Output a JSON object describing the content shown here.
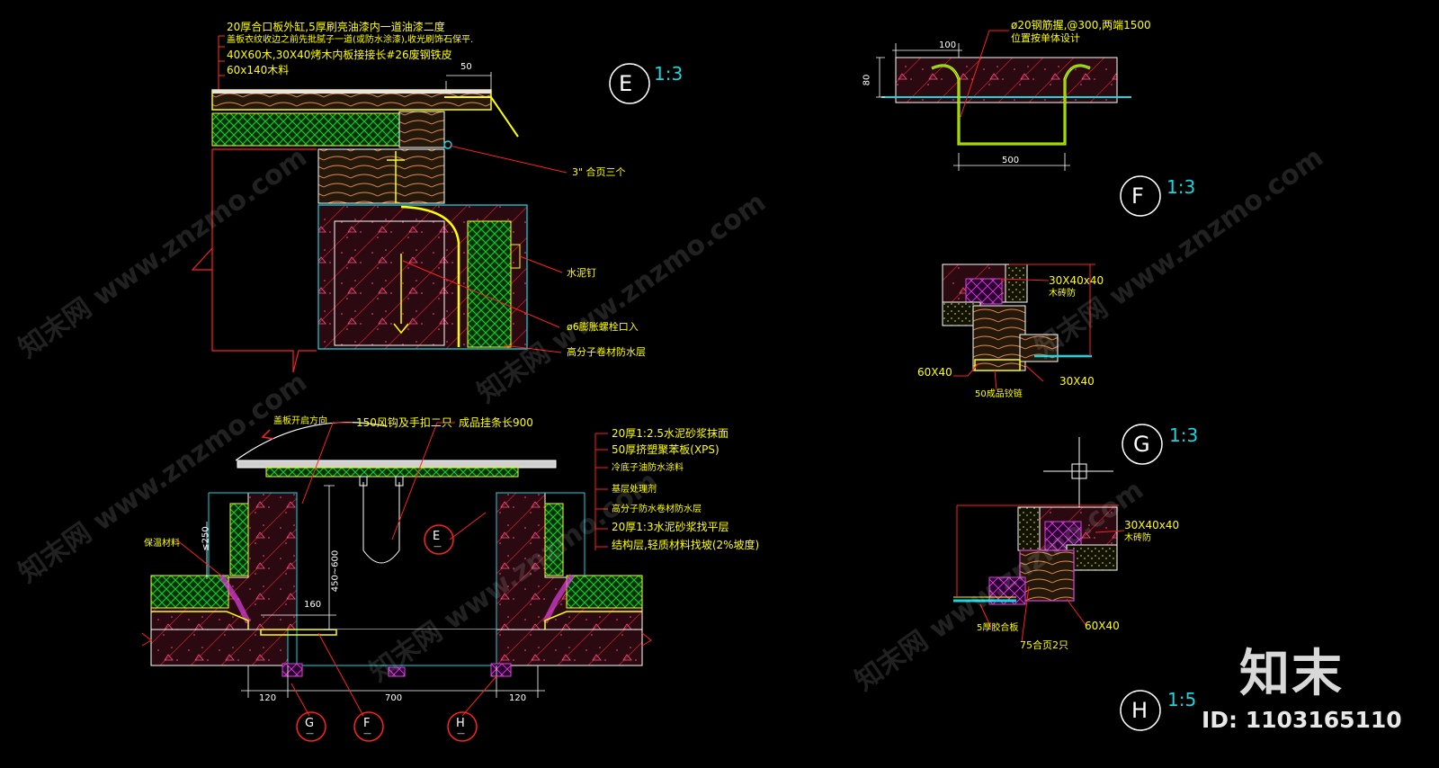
{
  "views": {
    "e": {
      "letter": "E",
      "scale": "1:3"
    },
    "f": {
      "letter": "F",
      "scale": "1:3"
    },
    "g": {
      "letter": "G",
      "scale": "1:3"
    },
    "h": {
      "letter": "H",
      "scale": "1:5"
    }
  },
  "notes_e": [
    "20厚合口板外缸,5厚刷亮油漆内一道油漆二度",
    "盖板衣纹收边之前先批腻子一道(或防水涂漆),收光刷饰石保平.",
    "40X60木,30X40烤木内板接接长#26废钢铁皮",
    "60x140木料"
  ],
  "dims_e": {
    "d50": "50"
  },
  "labels_e": {
    "screw": "3\" 合页三个",
    "nail": "水泥钉",
    "bolt": "ø6膨胀螺栓口入",
    "membrane": "高分子卷材防水层"
  },
  "f_top": {
    "note1": "ø20钢筋握,@300,两端1500",
    "note2": "位置按单体设计",
    "d100": "100",
    "d80": "80",
    "d500": "500"
  },
  "detail_g_upper": {
    "l1": "30X40x40",
    "l2": "木砖防",
    "l3": "60X40",
    "l4": "30X40",
    "l5": "50成品铰链"
  },
  "detail_g_lower": {
    "l1": "30X40x40",
    "l2": "木砖防",
    "l3": "5厚胶合板",
    "l4": "75合页2只",
    "l5": "60X40"
  },
  "section": {
    "lid_note": "盖板开启方向",
    "n1": "150风钩及手扣二只",
    "n2": "成品挂条长900",
    "side_notes": [
      "20厚1:2.5水泥砂浆抹面",
      "50厚挤塑聚苯板(XPS)",
      "冷底子油防水涂料",
      "基层处理剂",
      "高分子防水卷材防水层",
      "20厚1:3水泥砂浆找平层",
      "结构层,轻质材料找坡(2%坡度)"
    ],
    "left_note": "保温材料",
    "d250": "≤250",
    "d160": "160",
    "d450": "450~600",
    "d120a": "120",
    "d700": "700",
    "d120b": "120",
    "markers": [
      {
        "letter": "E",
        "sub": "—"
      },
      {
        "letter": "G",
        "sub": "—"
      },
      {
        "letter": "F",
        "sub": "—"
      },
      {
        "letter": "H",
        "sub": "—"
      }
    ]
  },
  "watermark": {
    "text": "知末网 www.znzmo.com",
    "logo": "知末",
    "id": "ID: 1103165110"
  }
}
